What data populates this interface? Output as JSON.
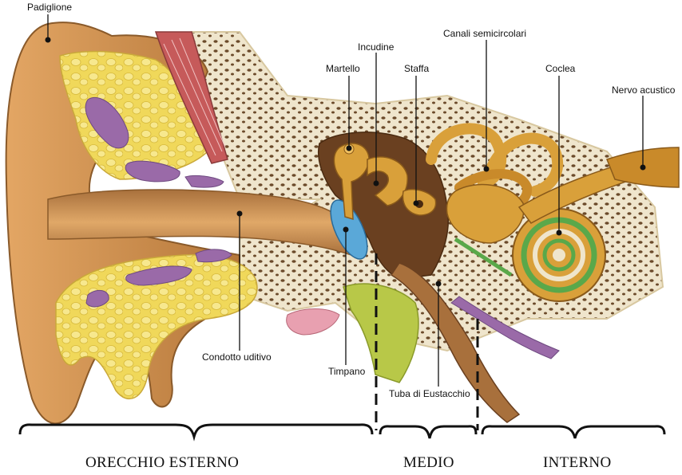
{
  "labels": {
    "padiglione": "Padiglione",
    "incudine": "Incudine",
    "canali": "Canali semicircolari",
    "martello": "Martello",
    "staffa": "Staffa",
    "coclea": "Coclea",
    "nervo": "Nervo acustico",
    "condotto": "Condotto uditivo",
    "timpano": "Timpano",
    "tuba": "Tuba di Eustacchio"
  },
  "sections": {
    "esterno": "ORECCHIO ESTERNO",
    "medio": "MEDIO",
    "interno": "INTERNO"
  },
  "colors": {
    "skin": "#c98a45",
    "skin_dark": "#8a5a2a",
    "fat": "#f0d85a",
    "cell": "#f6e690",
    "purple": "#9a6aa8",
    "bone": "#efe5cc",
    "bone_pores": "#6b4a2a",
    "muscle": "#c65a5a",
    "blue": "#5aa8d8",
    "gold": "#d9a03a",
    "green": "#5aa84a",
    "cavity": "#6a4020"
  }
}
